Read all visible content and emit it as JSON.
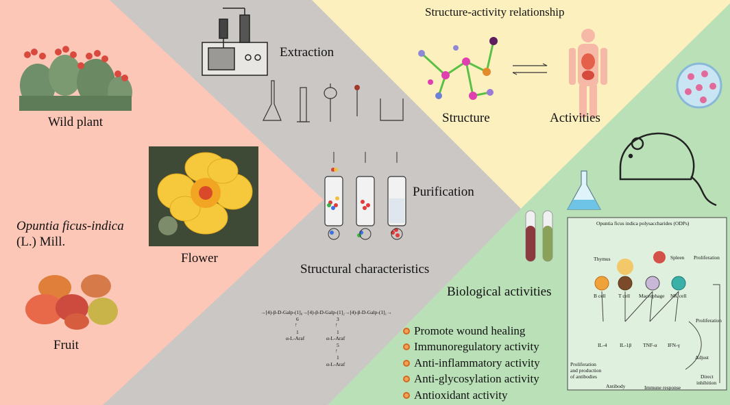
{
  "labels": {
    "wild_plant": "Wild plant",
    "species_italic": "Opuntia ficus-indica",
    "species_author": "(L.) Mill.",
    "flower": "Flower",
    "fruit": "Fruit",
    "extraction": "Extraction",
    "purification": "Purification",
    "structural_characteristics": "Structural characteristics",
    "sar": "Structure-activity relationship",
    "structure": "Structure",
    "activities": "Activities",
    "biological_activities": "Biological activities"
  },
  "activities_list": [
    "Promote wound healing",
    "Immunoregulatory activity",
    "Anti-inflammatory activity",
    "Anti-glycosylation activity",
    "Antioxidant activity"
  ],
  "structure_formula": {
    "backbone": "→[4)-β-D-Galp-(1]₆→[4)-β-D-Galp-(1]₂→[4)-β-D-Galp-(1]₁→",
    "branch_a_pos": "6",
    "branch_b_pos": "3",
    "link_one": "1",
    "side_a": "α-L-Araf",
    "side_b": "α-L-Araf",
    "side_b_pos": "5",
    "side_c": "α-L-Araf"
  },
  "immune_diagram": {
    "title": "Opuntia ficus indica polysaccharides (ODPs)",
    "thymus": "Thymus",
    "spleen": "Spleen",
    "proliferation_1": "Proliferation",
    "b_cell": "B cell",
    "t_cell": "T cell",
    "macrophage": "Macrophage",
    "nk_cell": "NK cell",
    "proliferation_2": "Proliferation",
    "il4": "IL-4",
    "il1b": "IL-1β",
    "tnfa": "TNF-α",
    "ifng": "IFN-γ",
    "adjust": "Adjust",
    "antibody_note_1": "Proliferation",
    "antibody_note_2": "and production",
    "antibody_note_3": "of antibodies",
    "antibody": "Antibody",
    "immune_response": "Immune response",
    "direct_1": "Direct",
    "direct_2": "inhibition"
  },
  "colors": {
    "panel_pink": "#fcc7b6",
    "panel_gray": "#cbc7c5",
    "panel_yellow": "#fdf0bf",
    "panel_green": "#b9e0b7",
    "bullet": "#d2691e"
  }
}
